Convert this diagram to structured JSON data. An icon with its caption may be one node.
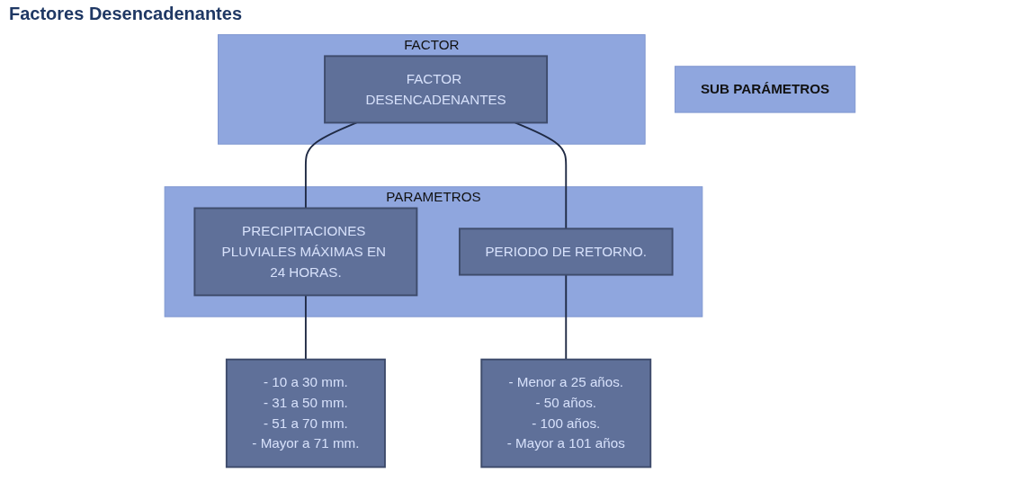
{
  "diagram": {
    "title": "Factores Desencadenantes",
    "nodes": [
      {
        "text": [
          "FACTOR"
        ]
      },
      {
        "text": [
          "FACTOR DESENCADENANTES"
        ],
        "in": 0
      },
      {
        "text": [
          "PARAMETROS"
        ]
      },
      {
        "text": [
          "PRECIPITACIONES PLUVIALES MÁXIMAS EN 24 HORAS."
        ],
        "in": 2
      },
      {
        "text": [
          "PERIODO DE RETORNO."
        ],
        "in": 2
      },
      {
        "text": [
          "SUB PARÁMETROS"
        ]
      },
      {
        "text": [
          "- 10 a 30 mm.",
          "- 31 a 50 mm.",
          "- 51 a 70 mm.",
          "- Mayor a 71 mm."
        ]
      },
      {
        "text": [
          "- Menor a 25 años.",
          "- 50 años.",
          "- 100 años.",
          "- Mayor a 101 años"
        ]
      }
    ],
    "edges": [
      {
        "from": 1,
        "to": 3,
        "arrow": "none"
      },
      {
        "from": 1,
        "to": 4,
        "arrow": "none"
      },
      {
        "from": 3,
        "to": 6,
        "arrow": "none"
      },
      {
        "from": 4,
        "to": 7,
        "arrow": "none"
      }
    ]
  }
}
